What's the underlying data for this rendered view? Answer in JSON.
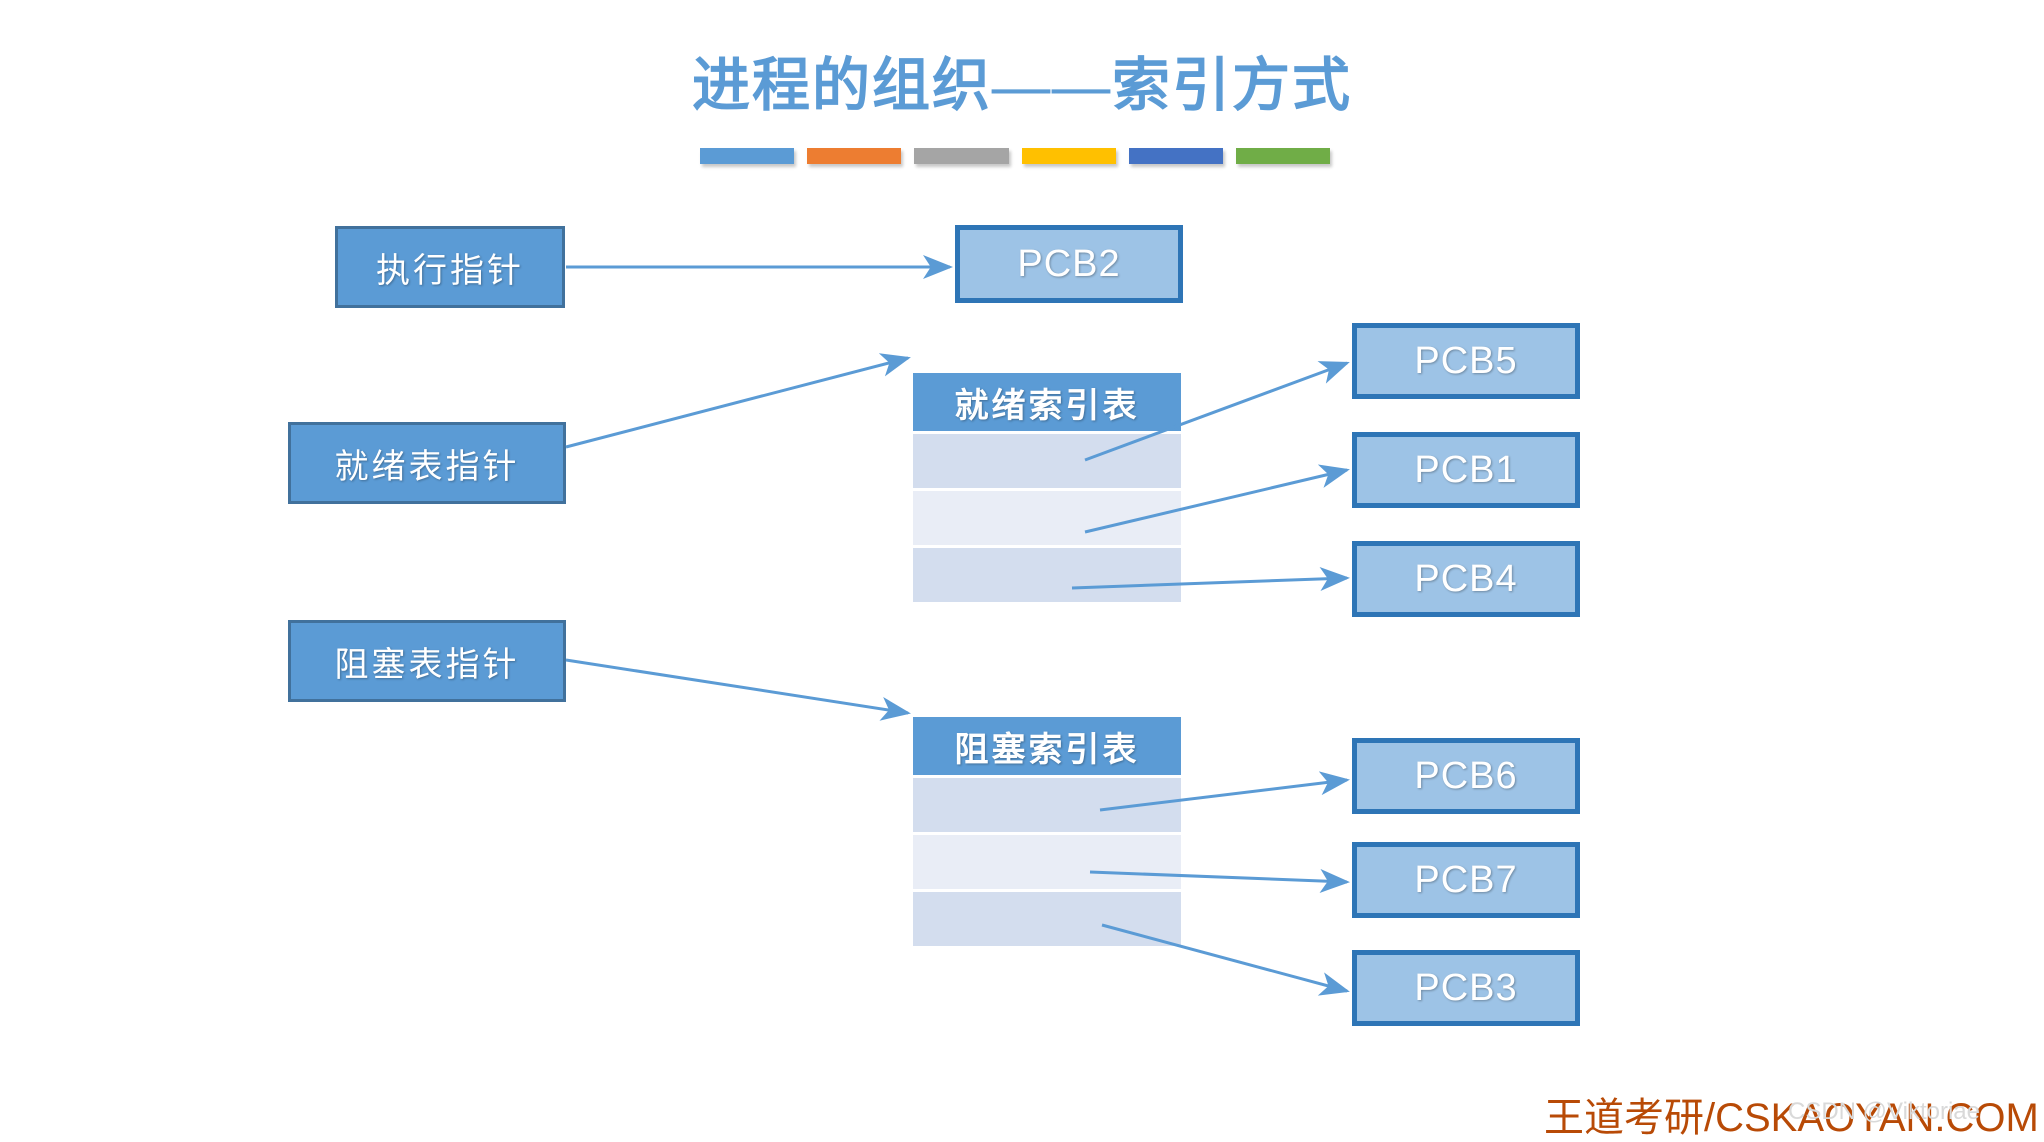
{
  "slide": {
    "title": "进程的组织——索引方式",
    "title_color": "#5b9bd5",
    "background": "#ffffff"
  },
  "accent_bars": [
    {
      "name": "bar-blue",
      "color": "#5b9bd5"
    },
    {
      "name": "bar-orange",
      "color": "#ed7d31"
    },
    {
      "name": "bar-gray",
      "color": "#a5a5a5"
    },
    {
      "name": "bar-yellow",
      "color": "#ffc000"
    },
    {
      "name": "bar-dark-blue",
      "color": "#4472c4"
    },
    {
      "name": "bar-green",
      "color": "#70ad47"
    }
  ],
  "pointers": [
    {
      "id": "exec-pointer",
      "label": "执行指针"
    },
    {
      "id": "ready-pointer",
      "label": "就绪表指针"
    },
    {
      "id": "blocked-pointer",
      "label": "阻塞表指针"
    }
  ],
  "running_pcb": {
    "label": "PCB2"
  },
  "tables": [
    {
      "id": "ready-index-table",
      "header": "就绪索引表",
      "rows": [
        "",
        "",
        ""
      ],
      "targets": [
        "PCB5",
        "PCB1",
        "PCB4"
      ]
    },
    {
      "id": "blocked-index-table",
      "header": "阻塞索引表",
      "rows": [
        "",
        "",
        ""
      ],
      "targets": [
        "PCB6",
        "PCB7",
        "PCB3"
      ]
    }
  ],
  "pcbs": {
    "ready": [
      {
        "label": "PCB5"
      },
      {
        "label": "PCB1"
      },
      {
        "label": "PCB4"
      }
    ],
    "blocked": [
      {
        "label": "PCB6"
      },
      {
        "label": "PCB7"
      },
      {
        "label": "PCB3"
      }
    ]
  },
  "theme": {
    "pointer_box_fill": "#5b9bd5",
    "pointer_box_border": "#41719c",
    "pcb_box_fill": "#9dc3e6",
    "pcb_box_border": "#2e75b6",
    "table_header_fill": "#5b9bd5",
    "table_row_odd": "#d3ddee",
    "table_row_even": "#e9edf6",
    "arrow_color": "#5b9bd5",
    "footer_color": "#b84a06"
  },
  "footer": {
    "brand": "王道考研/CSKAOYAN.COM",
    "watermark": "CSDN @Viktoriae"
  }
}
